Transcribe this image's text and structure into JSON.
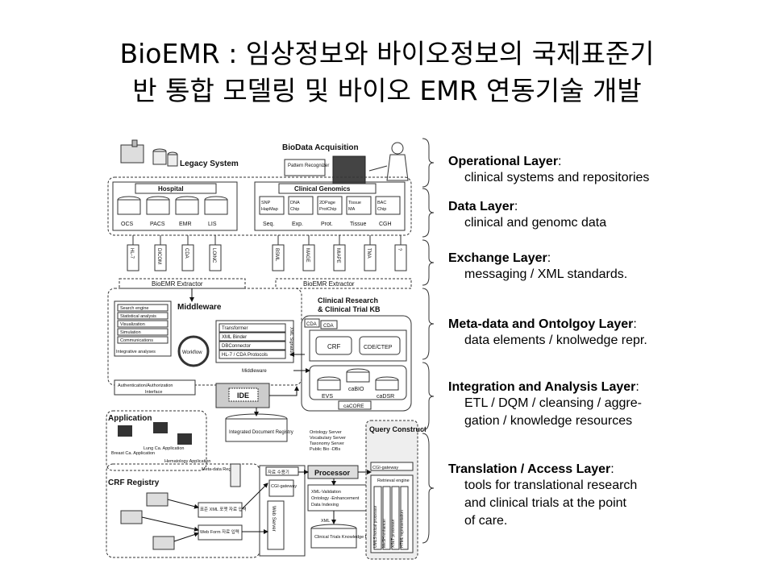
{
  "title": {
    "line1": "BioEMR : 임상정보와 바이오정보의 국제표준기",
    "line2": "반 통합 모델링 및 바이오 EMR 연동기술 개발"
  },
  "diagram": {
    "legacy_system": "Legacy System",
    "biodata_acquisition": "BioData Acquisition",
    "pattern_recognizer": "Pattern Recognizer",
    "hospital": "Hospital",
    "clinical_genomics": "Clinical Genomics",
    "hospital_systems": [
      "OCS",
      "PACS",
      "EMR",
      "LIS"
    ],
    "genomics_chips": [
      "SNP HapMap",
      "DNA Chip",
      "2DPage ProtChip",
      "Tissue MA",
      "BAC Chip"
    ],
    "genomics_labels": [
      "Seq.",
      "Exp.",
      "Prot.",
      "Tissue",
      "CGH"
    ],
    "standards": [
      "HL-7",
      "DICOM",
      "CDA",
      "LOINC",
      "BSML",
      "MAGE",
      "MIAPE",
      "TMA",
      "?"
    ],
    "extractor_left": "BioEMR  Extractor",
    "extractor_right": "BioEMR  Extractor",
    "middleware": "Middleware",
    "analysis_items": [
      "Search engine",
      "Statistical analysis",
      "Visualization",
      "Simulation",
      "Communications"
    ],
    "integrative_analyses": "Integrative analyses",
    "workflow": "Workflow",
    "middleware_items": [
      "Transformer",
      "XML Binder",
      "DBConnector",
      "HL-7 / CDA Protocols"
    ],
    "xml_signature": "XML Signature",
    "middleware_bottom": "Middleware",
    "clinical_research_1": "Clinical Research",
    "clinical_research_2": "& Clinical Trial KB",
    "cda_tag_1": "CDA",
    "cda_tag_2": "CDA",
    "crf": "CRF",
    "cde_ctep": "CDE/CTEP",
    "evs": "EVS",
    "cabio": "caBIO",
    "cadsr": "caDSR",
    "cacore": "caCORE",
    "auth": "Authentication/Authorization",
    "interface": "Interface",
    "ide": "IDE",
    "integrated_registry": "Integrated Document Registry",
    "application": "Application",
    "apps": [
      "Breast Ca. Application",
      "Lung Ca. Application",
      "Hematology Application"
    ],
    "crf_registry": "CRF Registry",
    "metadata_registry": "Meta-data Registry",
    "xml_korean": "표준 XML 포맷 자료 입력",
    "webform_korean": "Web Form 자료 입력",
    "data_storage_korean": "자료 수용기",
    "cgi_gateway": "CGI-gateway",
    "web_server": "Web Server",
    "processor": "Processor",
    "processor_items": [
      "XML-Validation",
      "Ontology -Enhancement",
      "Data Indexing"
    ],
    "xml_label": "XML",
    "clinical_trials_kb": "Clinical Trials Knowledge Base",
    "ontology_servers": [
      "Ontology Server",
      "Vocabulary Server",
      "Taxonomy Server",
      "Public Bio -DBs"
    ],
    "query_constructor": "Query Constructor",
    "cgi_gateway_2": "CGI-gateway",
    "retrieval_engine": "Retrieval engine",
    "query_vertical": [
      "UMLS lexical processor",
      "MeSH enhancer",
      "XSLT processor",
      "HTML representation"
    ]
  },
  "layers": [
    {
      "name": "Operational Layer",
      "desc": "clinical systems and repositories"
    },
    {
      "name": "Data Layer",
      "desc": "clinical and genomc data"
    },
    {
      "name": "Exchange Layer",
      "desc": "messaging / XML standards."
    },
    {
      "name": "Meta-data and Ontolgoy Layer",
      "desc": "data elements / knolwedge repr."
    },
    {
      "name": "Integration and Analysis Layer",
      "desc": "ETL / DQM / cleansing / aggre-\ngation / knowledge resources"
    },
    {
      "name": "Translation / Access Layer",
      "desc": "tools for translational research\n      and clinical trials at the point\n          of care."
    }
  ]
}
